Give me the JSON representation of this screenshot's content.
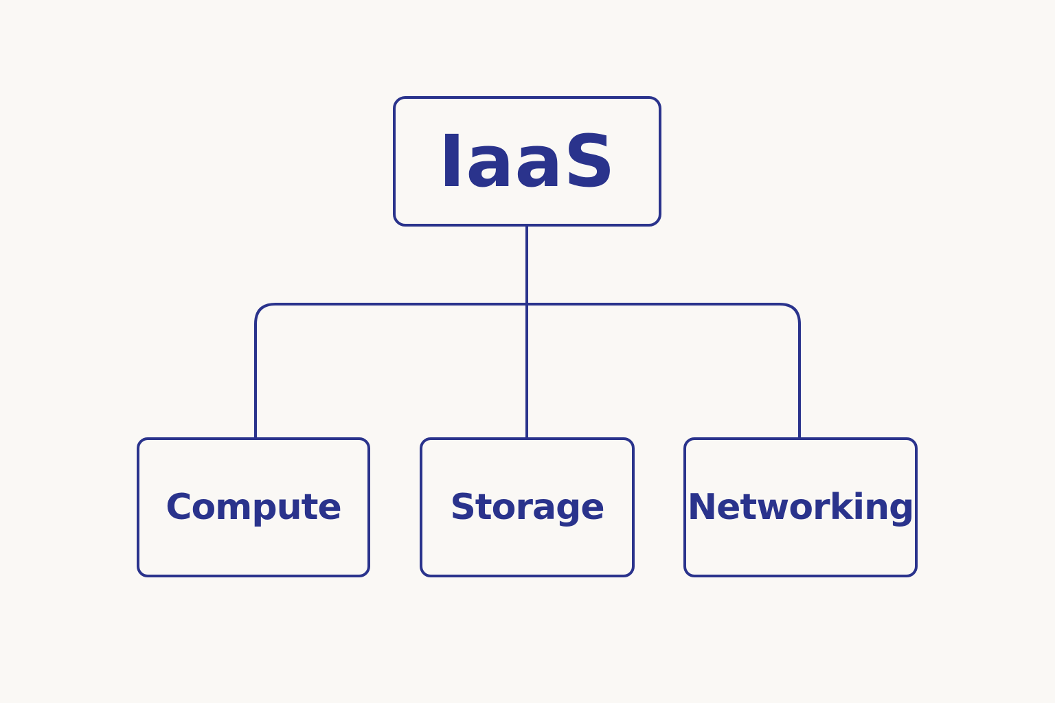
{
  "colors": {
    "accent": "#2a338c",
    "background": "#faf8f5"
  },
  "diagram": {
    "root": {
      "label": "IaaS"
    },
    "children": [
      {
        "label": "Compute"
      },
      {
        "label": "Storage"
      },
      {
        "label": "Networking"
      }
    ]
  }
}
